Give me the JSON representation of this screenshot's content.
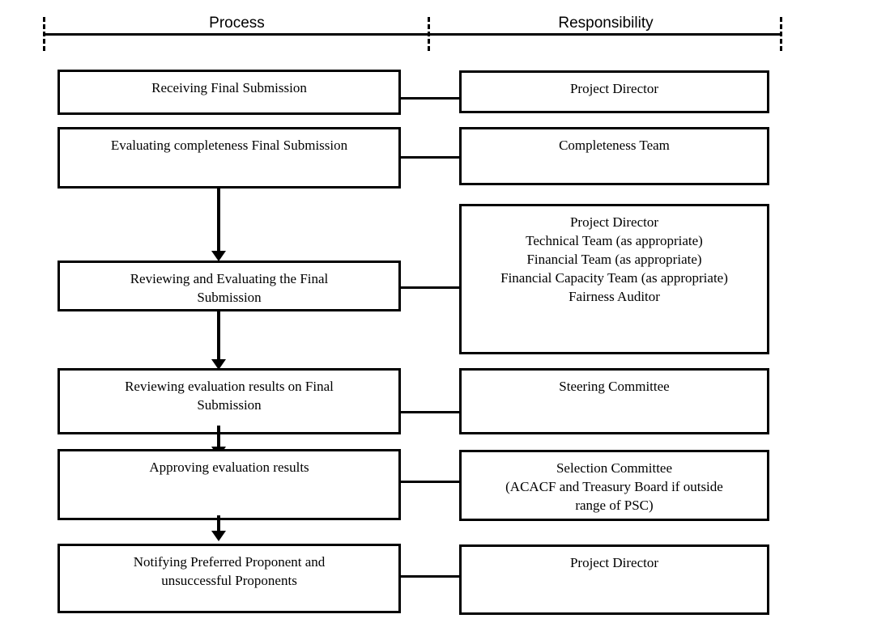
{
  "header": {
    "process_label": "Process",
    "responsibility_label": "Responsibility"
  },
  "colors": {
    "line": "#000000",
    "background": "#ffffff",
    "text": "#000000"
  },
  "diagram": {
    "type": "process-responsibility-flowchart",
    "columns": [
      "Process",
      "Responsibility"
    ],
    "rows": [
      {
        "process": "Receiving Final Submission",
        "responsibility": "Project Director"
      },
      {
        "process": "Evaluating completeness Final Submission",
        "responsibility": "Completeness Team"
      },
      {
        "process": "Reviewing and Evaluating the Final\nSubmission",
        "responsibility": "Project Director\nTechnical Team (as appropriate)\nFinancial Team (as appropriate)\nFinancial Capacity Team (as appropriate)\nFairness Auditor"
      },
      {
        "process": "Reviewing evaluation results on Final\nSubmission",
        "responsibility": "Steering Committee"
      },
      {
        "process": "Approving evaluation results",
        "responsibility": "Selection Committee\n(ACACF and Treasury Board if outside\nrange of PSC)"
      },
      {
        "process": "Notifying Preferred Proponent and\nunsuccessful Proponents",
        "responsibility": "Project Director"
      }
    ],
    "flow": "Process boxes connected top-to-bottom with arrows from row 2 through row 6; each process box connects horizontally to its responsibility box"
  }
}
